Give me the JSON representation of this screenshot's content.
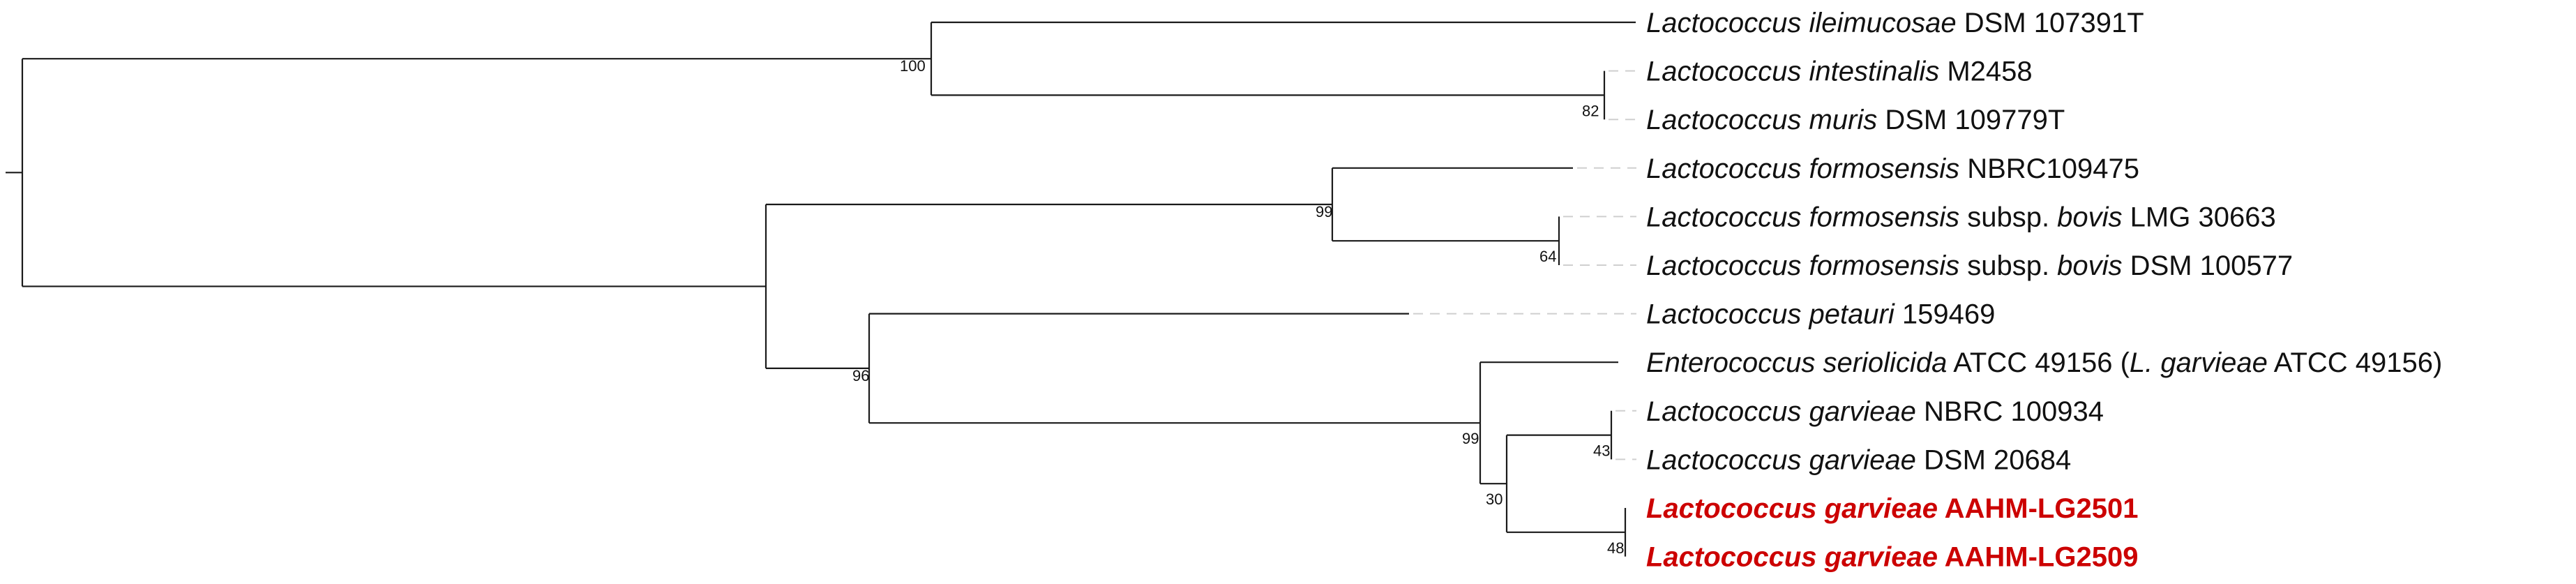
{
  "tree": {
    "colors": {
      "branch": "#1a1a1a",
      "label": "#111111",
      "highlight": "#cc0000",
      "leader": "#cfcfcf"
    },
    "taxa": [
      {
        "id": "t1",
        "highlight": false,
        "parts": [
          {
            "text": "Lactococcus ileimucosae",
            "italic": true
          },
          {
            "text": " DSM 107391T",
            "italic": false
          }
        ]
      },
      {
        "id": "t2",
        "highlight": false,
        "parts": [
          {
            "text": "Lactococcus intestinalis",
            "italic": true
          },
          {
            "text": " M2458",
            "italic": false
          }
        ]
      },
      {
        "id": "t3",
        "highlight": false,
        "parts": [
          {
            "text": "Lactococcus muris",
            "italic": true
          },
          {
            "text": " DSM 109779T",
            "italic": false
          }
        ]
      },
      {
        "id": "t4",
        "highlight": false,
        "parts": [
          {
            "text": "Lactococcus formosensis",
            "italic": true
          },
          {
            "text": " NBRC109475",
            "italic": false
          }
        ]
      },
      {
        "id": "t5",
        "highlight": false,
        "parts": [
          {
            "text": "Lactococcus formosensis",
            "italic": true
          },
          {
            "text": " subsp. ",
            "italic": false
          },
          {
            "text": "bovis",
            "italic": true
          },
          {
            "text": " LMG 30663",
            "italic": false
          }
        ]
      },
      {
        "id": "t6",
        "highlight": false,
        "parts": [
          {
            "text": "Lactococcus formosensis",
            "italic": true
          },
          {
            "text": " subsp. ",
            "italic": false
          },
          {
            "text": "bovis",
            "italic": true
          },
          {
            "text": " DSM 100577",
            "italic": false
          }
        ]
      },
      {
        "id": "t7",
        "highlight": false,
        "parts": [
          {
            "text": "Lactococcus petauri",
            "italic": true
          },
          {
            "text": " 159469",
            "italic": false
          }
        ]
      },
      {
        "id": "t8",
        "highlight": false,
        "parts": [
          {
            "text": "Enterococcus seriolicida",
            "italic": true
          },
          {
            "text": " ATCC 49156 (",
            "italic": false
          },
          {
            "text": "L. garvieae",
            "italic": true
          },
          {
            "text": " ATCC 49156)",
            "italic": false
          }
        ]
      },
      {
        "id": "t9",
        "highlight": false,
        "parts": [
          {
            "text": "Lactococcus garvieae",
            "italic": true
          },
          {
            "text": " NBRC 100934",
            "italic": false
          }
        ]
      },
      {
        "id": "t10",
        "highlight": false,
        "parts": [
          {
            "text": "Lactococcus garvieae",
            "italic": true
          },
          {
            "text": " DSM 20684",
            "italic": false
          }
        ]
      },
      {
        "id": "t11",
        "highlight": true,
        "parts": [
          {
            "text": "Lactococcus garvieae",
            "italic": true
          },
          {
            "text": " AAHM-LG2501",
            "italic": false
          }
        ]
      },
      {
        "id": "t12",
        "highlight": true,
        "parts": [
          {
            "text": "Lactococcus garvieae",
            "italic": true
          },
          {
            "text": " AAHM-LG2509",
            "italic": false
          }
        ]
      }
    ],
    "support_values": [
      {
        "node": "n_ileimucosae_group",
        "value": "100"
      },
      {
        "node": "n_intestinalis_muris",
        "value": "82"
      },
      {
        "node": "n_formosensis_group",
        "value": "99"
      },
      {
        "node": "n_bovis_pair",
        "value": "64"
      },
      {
        "node": "n_petauri_garvieae",
        "value": "96"
      },
      {
        "node": "n_garvieae_group",
        "value": "99"
      },
      {
        "node": "n_nbrc_dsm",
        "value": "43"
      },
      {
        "node": "n_garvieae_inner",
        "value": "30"
      },
      {
        "node": "n_aahm_pair",
        "value": "48"
      }
    ]
  }
}
